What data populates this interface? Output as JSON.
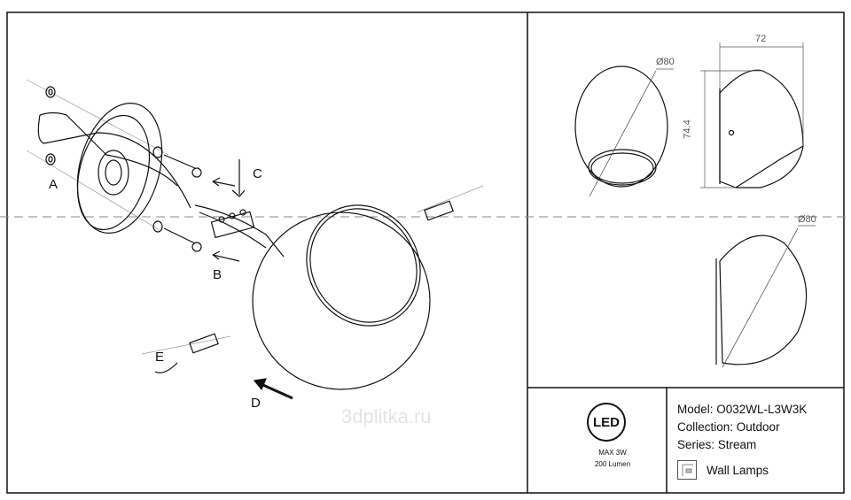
{
  "labels": {
    "A": "A",
    "B": "B",
    "C": "C",
    "D": "D",
    "E": "E"
  },
  "dimensions": {
    "front_diameter": "Ø80",
    "side_width": "72",
    "side_height": "74.4",
    "back_diameter": "Ø80"
  },
  "spec": {
    "led_badge": "LED",
    "power": "MAX 3W",
    "lumen": "200 Lumen"
  },
  "info": {
    "model": "Model: O032WL-L3W3K",
    "collection": "Collection: Outdoor",
    "series": "Series: Stream",
    "category": "Wall Lamps"
  },
  "watermark": "3dplitka.ru"
}
